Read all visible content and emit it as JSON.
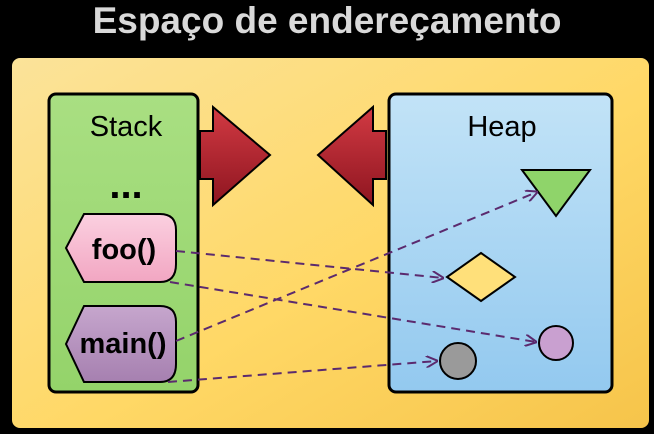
{
  "title": "Espaço de endereçamento",
  "stack": {
    "label": "Stack",
    "ellipsis": "...",
    "frames": [
      {
        "label": "foo()"
      },
      {
        "label": "main()"
      }
    ]
  },
  "heap": {
    "label": "Heap",
    "objects": [
      {
        "shape": "triangle",
        "color": "#8fd46a"
      },
      {
        "shape": "diamond",
        "color": "#ffe07a"
      },
      {
        "shape": "circle",
        "color": "#c9a0d0"
      },
      {
        "shape": "circle",
        "color": "#9a9a9a"
      }
    ]
  },
  "colors": {
    "background": "#000000",
    "address_space": "#ffd866",
    "stack_panel": "#a6dd7e",
    "heap_panel": "#a9d6f3",
    "growth_arrows": "#b3202c",
    "foo_frame": "#f7b9cf",
    "main_frame": "#b48fbd",
    "pointer_lines": "#5b2a6e"
  }
}
